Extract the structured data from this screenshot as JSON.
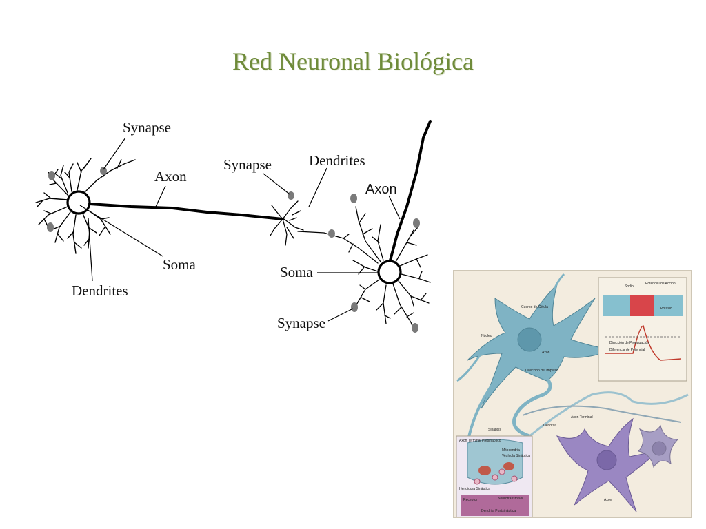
{
  "title": "Red Neuronal Biológica",
  "diagram": {
    "left_neuron": {
      "synapse": "Synapse",
      "axon": "Axon",
      "soma": "Soma",
      "dendrites": "Dendrites"
    },
    "right_neuron": {
      "synapse_top": "Synapse",
      "dendrites": "Dendrites",
      "axon": "Axon",
      "soma": "Soma",
      "synapse_bottom": "Synapse"
    }
  },
  "illustration": {
    "labels": {
      "cuerpo_celula": "Cuerpo de Célula",
      "nucleo": "Núcleo",
      "axon": "Axón",
      "direccion_impulso": "Dirección del Impulso",
      "sodio": "Sodio",
      "potencial_accion": "Potencial de Acción",
      "potasio": "Potasio",
      "direccion_propagacion": "Dirección de Propagación",
      "diferencia_potencial": "Diferencia de Potencial",
      "axon_terminal": "Axón Terminal",
      "dendrita": "Dendrita",
      "sinapsis": "Sinapsis",
      "axon_terminal_presinaptico": "Axón Terminal Presináptico",
      "mitocondria": "Mitocondria",
      "vesicula_sinaptica": "Vesícula Sináptica",
      "hendidura_sinaptica": "Hendidura Sináptica",
      "receptor": "Receptor",
      "neurotransmisor": "Neurotransmisor",
      "dendrita_postsinaptica": "Dendrita Postsináptica",
      "axon_bottom": "Axón"
    },
    "colors": {
      "cell_blue": "#7fb3c4",
      "cell_purple": "#9a87c2",
      "background": "#f3ecdf",
      "membrane_red": "#d8454a"
    }
  }
}
